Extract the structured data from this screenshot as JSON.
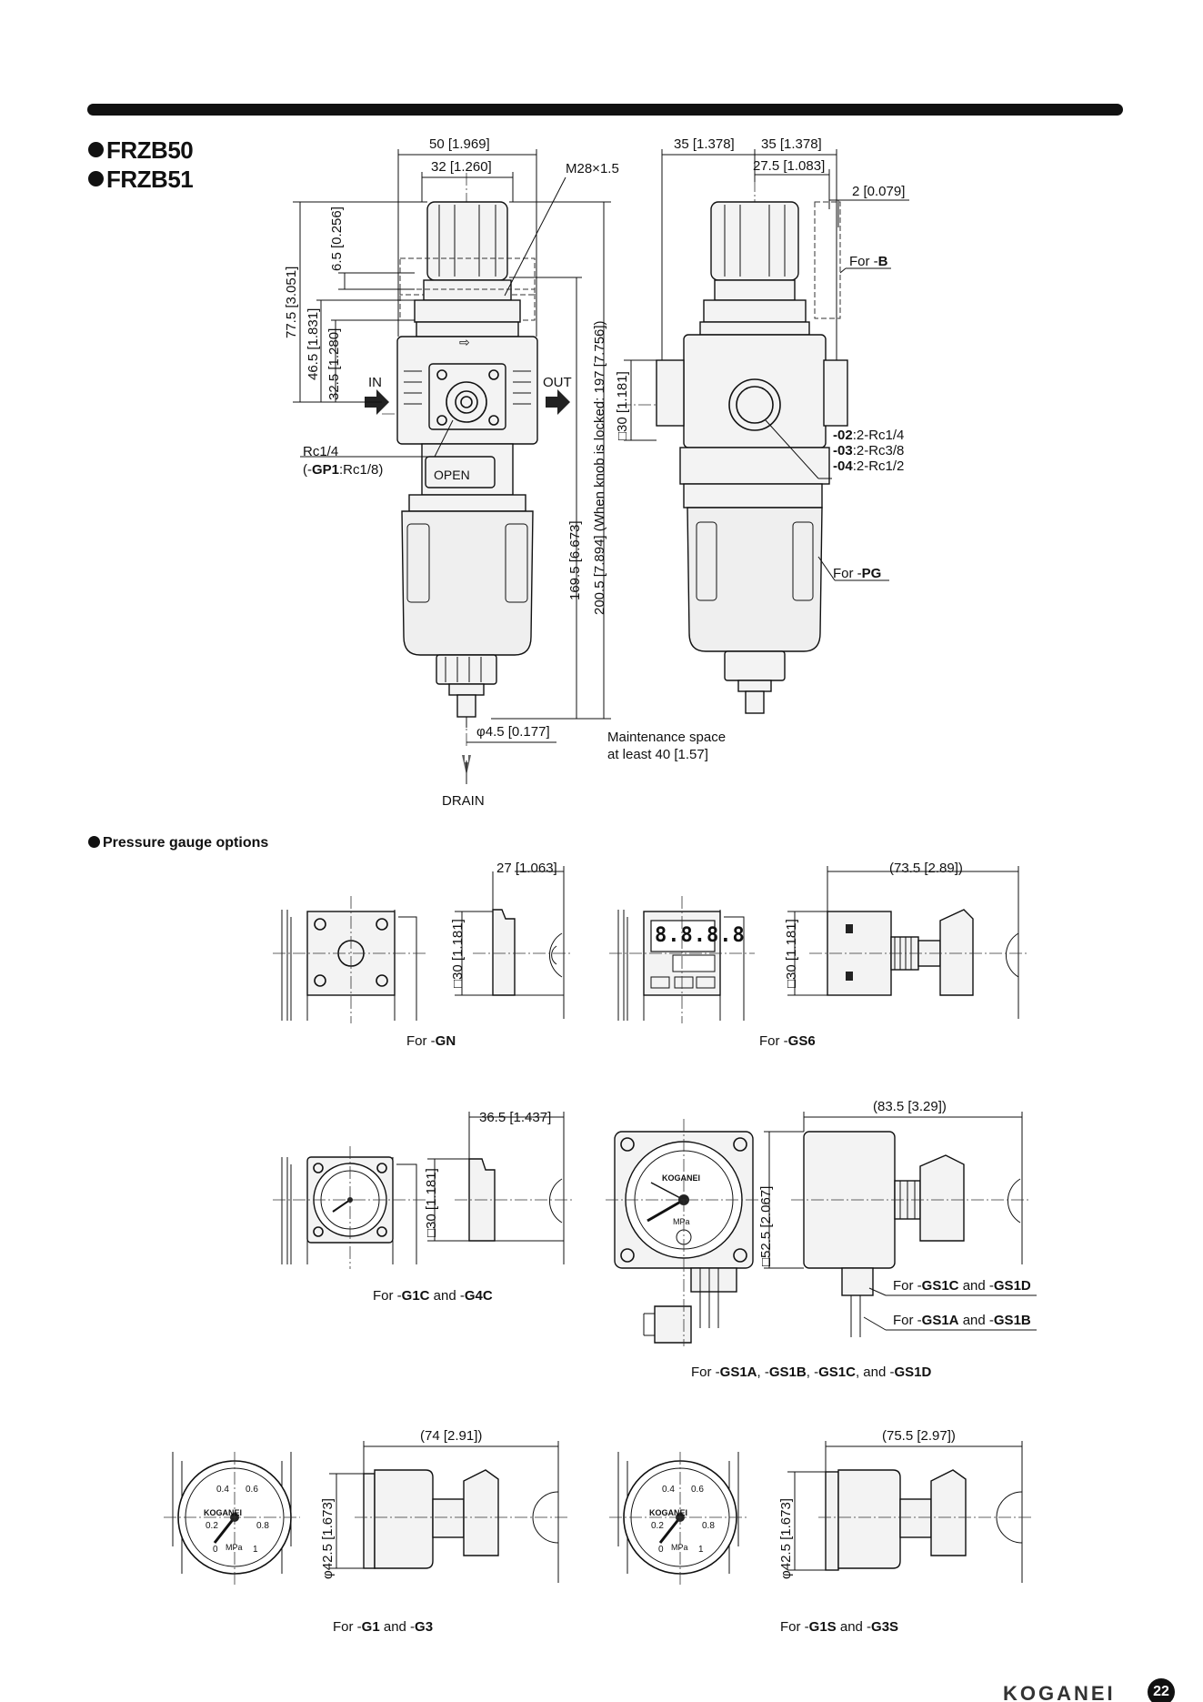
{
  "titles": [
    "FRZB50",
    "FRZB51"
  ],
  "main_view": {
    "dim_50": "50 [1.969]",
    "dim_32": "32 [1.260]",
    "thread": "M28×1.5",
    "dim_6_5": "6.5 [0.256]",
    "dim_77_5": "77.5 [3.051]",
    "dim_46_5": "46.5 [1.831]",
    "dim_32_5": "32.5 [1.280]",
    "in_label": "IN",
    "out_label": "OUT",
    "arrow_mark": "⇨",
    "open_label": "OPEN",
    "port_label": "Rc1/4",
    "gp1_prefix": "(-",
    "gp1_bold": "GP1",
    "gp1_suffix": ":Rc1/8)",
    "dim_169_5": "169.5 [6.673]",
    "dim_200_5": "200.5 [7.894] (When knob is locked: 197 [7.756])",
    "drain_dia": "φ4.5 [0.177]",
    "drain": "DRAIN",
    "maint_1": "Maintenance space",
    "maint_2": "at least 40 [1.57]"
  },
  "side_view": {
    "dim_35a": "35 [1.378]",
    "dim_35b": "35 [1.378]",
    "dim_27_5": "27.5 [1.083]",
    "dim_2": "2 [0.079]",
    "for_b_prefix": "For -",
    "for_b_bold": "B",
    "dim_30": "□30 [1.181]",
    "port_02_bold": "-02",
    "port_02": ":2-Rc1/4",
    "port_03_bold": "-03",
    "port_03": ":2-Rc3/8",
    "port_04_bold": "-04",
    "port_04": ":2-Rc1/2",
    "for_pg_prefix": "For -",
    "for_pg_bold": "PG"
  },
  "gauge_section": {
    "title": "Pressure gauge options",
    "gn": {
      "dim_w": "27 [1.063]",
      "dim_h": "□30 [1.181]",
      "cap_prefix": "For -",
      "cap_bold": "GN"
    },
    "gs6": {
      "dim_w": "(73.5 [2.89])",
      "dim_h": "□30 [1.181]",
      "cap_prefix": "For -",
      "cap_bold": "GS6",
      "display": "8.8.8.8"
    },
    "g1c": {
      "dim_w": "36.5 [1.437]",
      "dim_h": "□30 [1.181]",
      "cap_prefix": "For -",
      "cap_b1": "G1C",
      "cap_mid": " and -",
      "cap_b2": "G4C"
    },
    "gs1": {
      "dim_w": "(83.5 [3.29])",
      "dim_h": "□52.5 [2.067]",
      "brand": "KOGANEI",
      "unit": "MPa",
      "lbl_cd_prefix": "For -",
      "lbl_cd_b1": "GS1C",
      "lbl_cd_mid": " and -",
      "lbl_cd_b2": "GS1D",
      "lbl_ab_prefix": "For -",
      "lbl_ab_b1": "GS1A",
      "lbl_ab_mid": " and -",
      "lbl_ab_b2": "GS1B",
      "cap_prefix": "For -",
      "cap_b1": "GS1A",
      "cap_s1": ", -",
      "cap_b2": "GS1B",
      "cap_s2": ", -",
      "cap_b3": "GS1C",
      "cap_s3": ", and -",
      "cap_b4": "GS1D"
    },
    "g1": {
      "dim_w": "(74 [2.91])",
      "dim_h": "φ42.5 [1.673]",
      "brand": "KOGANEI",
      "unit": "MPa",
      "ticks": [
        "0",
        "0.2",
        "0.4",
        "0.6",
        "0.8",
        "1"
      ],
      "cap_prefix": "For -",
      "cap_b1": "G1",
      "cap_mid": " and -",
      "cap_b2": "G3"
    },
    "g1s": {
      "dim_w": "(75.5 [2.97])",
      "dim_h": "φ42.5 [1.673]",
      "brand": "KOGANEI",
      "unit": "MPa",
      "ticks": [
        "0",
        "0.2",
        "0.4",
        "0.6",
        "0.8",
        "1"
      ],
      "cap_prefix": "For -",
      "cap_b1": "G1S",
      "cap_mid": " and -",
      "cap_b2": "G3S"
    }
  },
  "footer": {
    "brand": "KOGANEI",
    "page": "22"
  }
}
